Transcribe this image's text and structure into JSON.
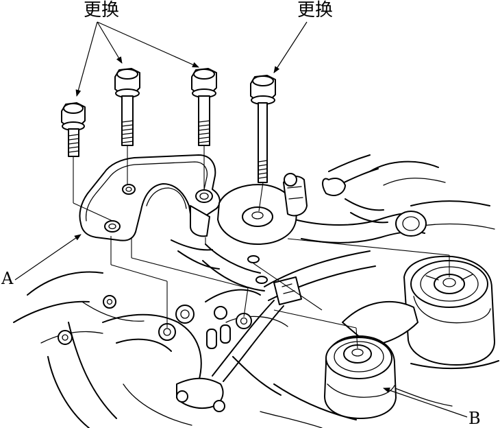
{
  "labels": {
    "replace_left": "更换",
    "replace_right": "更换",
    "part_a": "A",
    "part_b": "B"
  },
  "colors": {
    "ink": "#000000",
    "paper": "#ffffff"
  }
}
